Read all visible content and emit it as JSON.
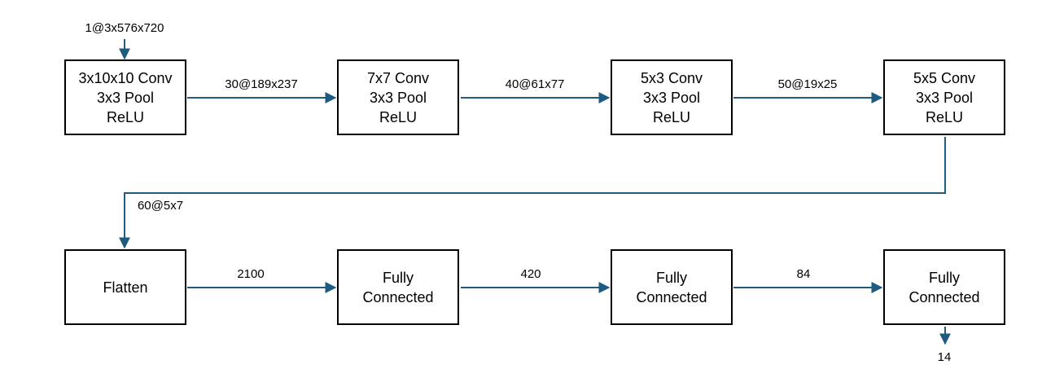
{
  "arrow_color": "#1f5b80",
  "input_label": "1@3x576x720",
  "output_label": "14",
  "row1": {
    "boxes": [
      {
        "lines": [
          "3x10x10 Conv",
          "3x3 Pool",
          "ReLU"
        ]
      },
      {
        "lines": [
          "7x7 Conv",
          "3x3 Pool",
          "ReLU"
        ]
      },
      {
        "lines": [
          "5x3 Conv",
          "3x3 Pool",
          "ReLU"
        ]
      },
      {
        "lines": [
          "5x5 Conv",
          "3x3 Pool",
          "ReLU"
        ]
      }
    ],
    "edges": [
      "30@189x237",
      "40@61x77",
      "50@19x25"
    ]
  },
  "connector_label": "60@5x7",
  "row2": {
    "boxes": [
      {
        "lines": [
          "Flatten"
        ]
      },
      {
        "lines": [
          "Fully",
          "Connected"
        ]
      },
      {
        "lines": [
          "Fully",
          "Connected"
        ]
      },
      {
        "lines": [
          "Fully",
          "Connected"
        ]
      }
    ],
    "edges": [
      "2100",
      "420",
      "84"
    ]
  }
}
